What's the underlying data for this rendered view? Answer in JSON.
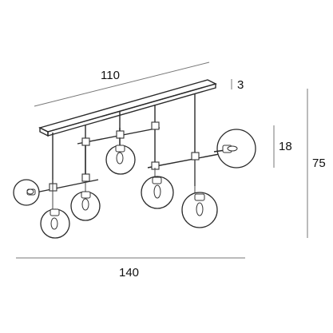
{
  "dimensions": {
    "canopy_length": "110",
    "canopy_height": "3",
    "globe_diameter": "18",
    "total_height": "75",
    "total_width": "140"
  }
}
